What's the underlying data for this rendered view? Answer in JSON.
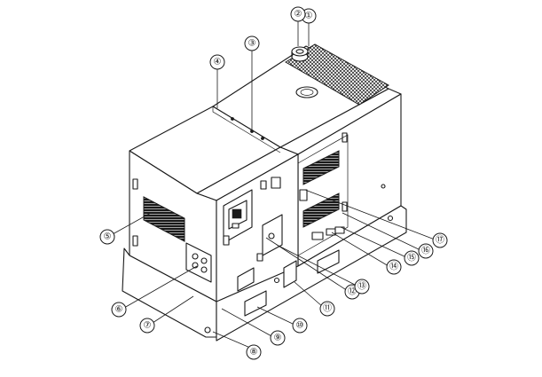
{
  "callouts": [
    {
      "id": "1",
      "label": "①"
    },
    {
      "id": "2",
      "label": "②"
    },
    {
      "id": "3",
      "label": "③"
    },
    {
      "id": "4",
      "label": "④"
    },
    {
      "id": "5",
      "label": "⑤"
    },
    {
      "id": "6",
      "label": "⑥"
    },
    {
      "id": "7",
      "label": "⑦"
    },
    {
      "id": "8",
      "label": "⑧"
    },
    {
      "id": "9",
      "label": "⑨"
    },
    {
      "id": "10",
      "label": "⑩"
    },
    {
      "id": "11",
      "label": "⑪"
    },
    {
      "id": "12",
      "label": "⑫"
    },
    {
      "id": "13",
      "label": "⑬"
    },
    {
      "id": "14",
      "label": "⑭"
    },
    {
      "id": "15",
      "label": "⑮"
    },
    {
      "id": "16",
      "label": "⑯"
    },
    {
      "id": "17",
      "label": "⑰"
    }
  ]
}
